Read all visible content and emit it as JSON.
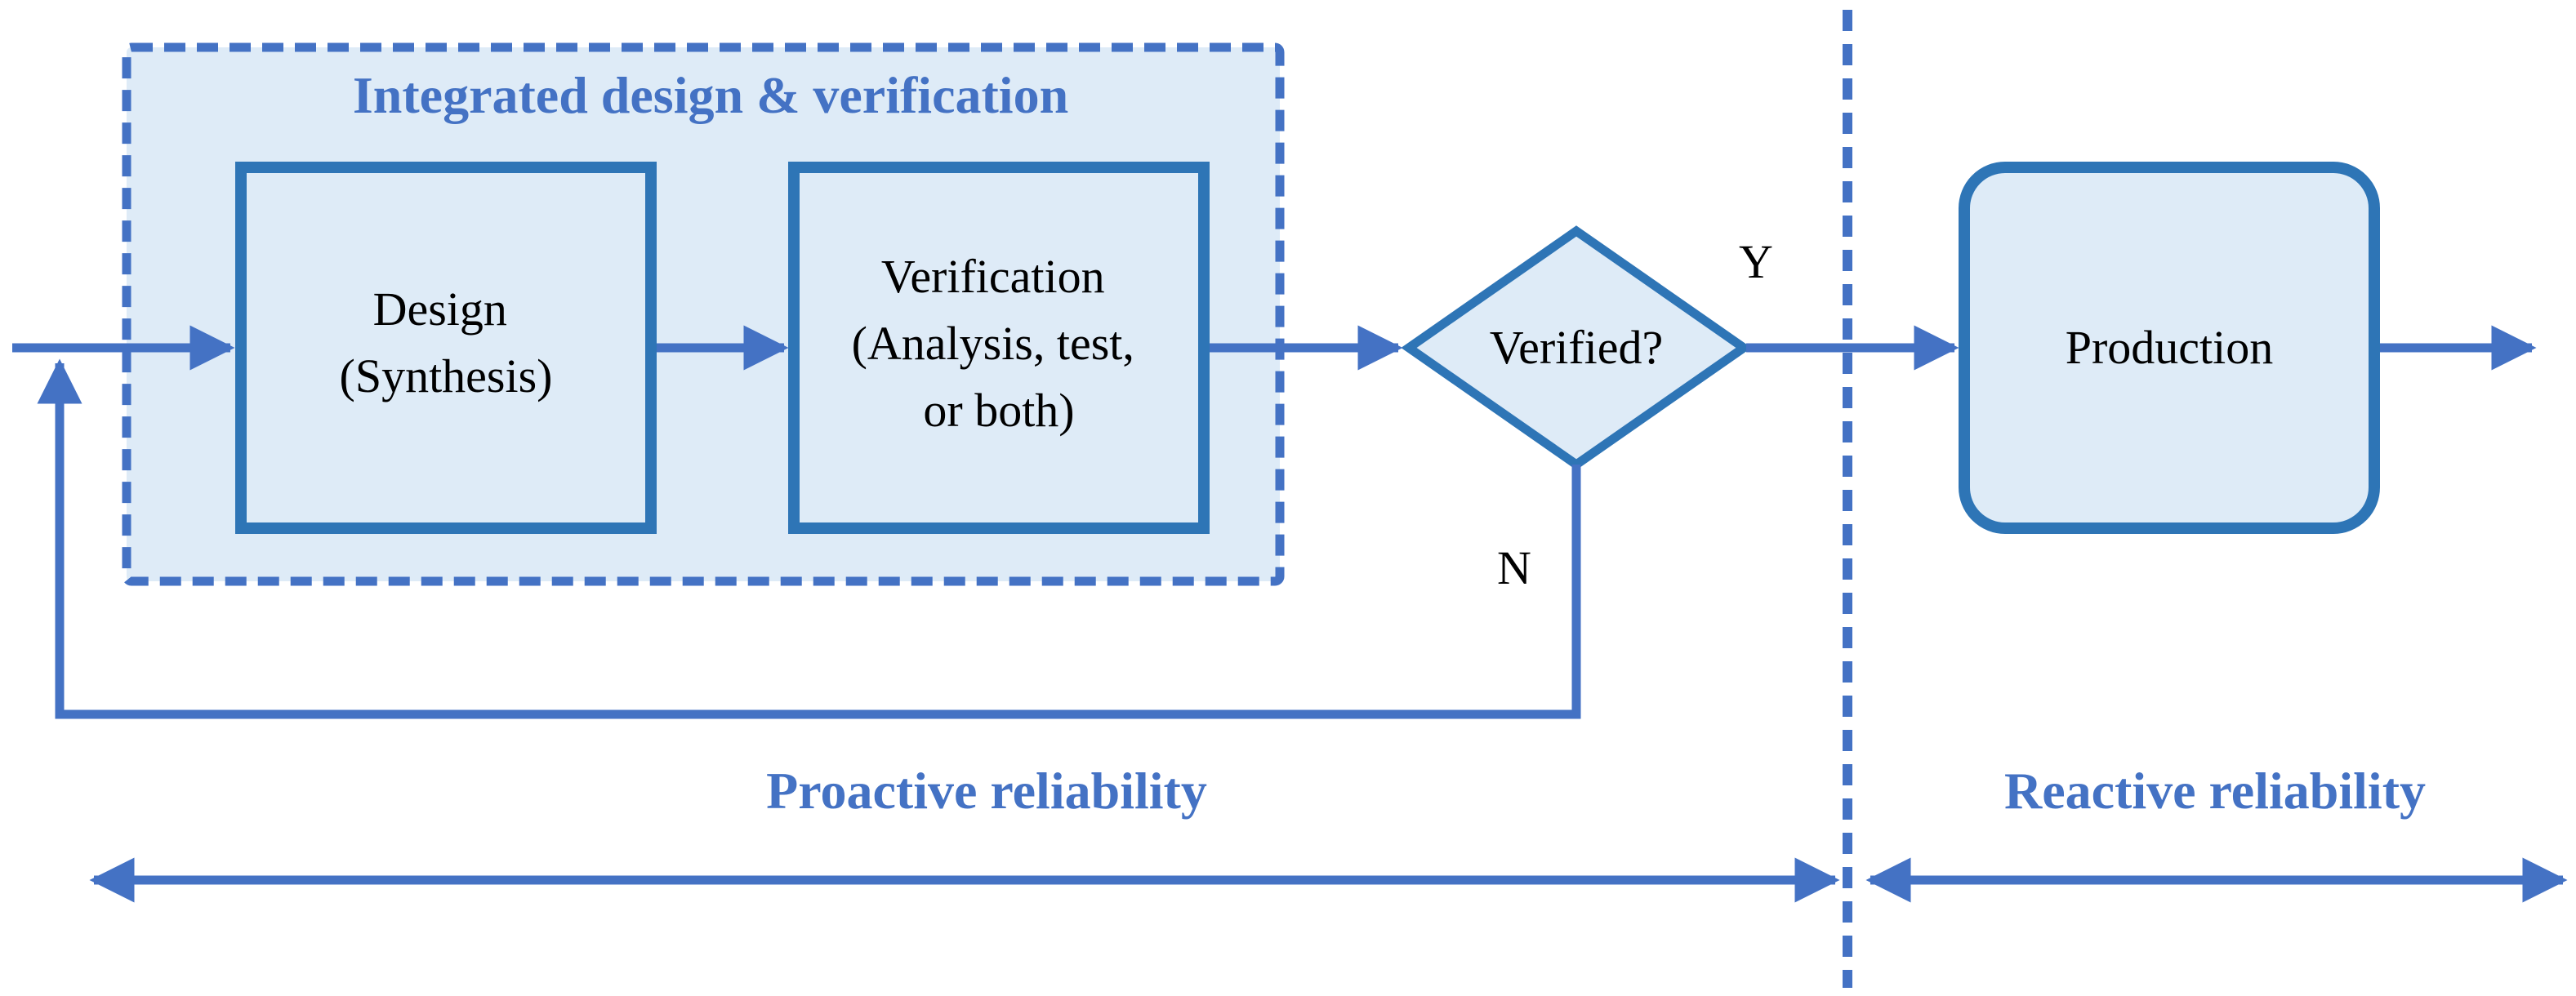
{
  "colors": {
    "line": "#4472c4",
    "box_stroke": "#2e75b6",
    "box_fill": "#deebf7",
    "group_fill": "#deebf7",
    "title_text": "#4472c4",
    "node_text": "#000000",
    "background": "#ffffff"
  },
  "group": {
    "title": "Integrated design & verification"
  },
  "nodes": {
    "design": {
      "line1": "Design",
      "line2": "(Synthesis)"
    },
    "verification": {
      "line1": "Verification",
      "line2": "(Analysis, test,",
      "line3": "or both)"
    },
    "decision": {
      "label": "Verified?",
      "yes_label": "Y",
      "no_label": "N"
    },
    "production": {
      "label": "Production"
    }
  },
  "regions": {
    "proactive": "Proactive reliability",
    "reactive": "Reactive reliability"
  }
}
